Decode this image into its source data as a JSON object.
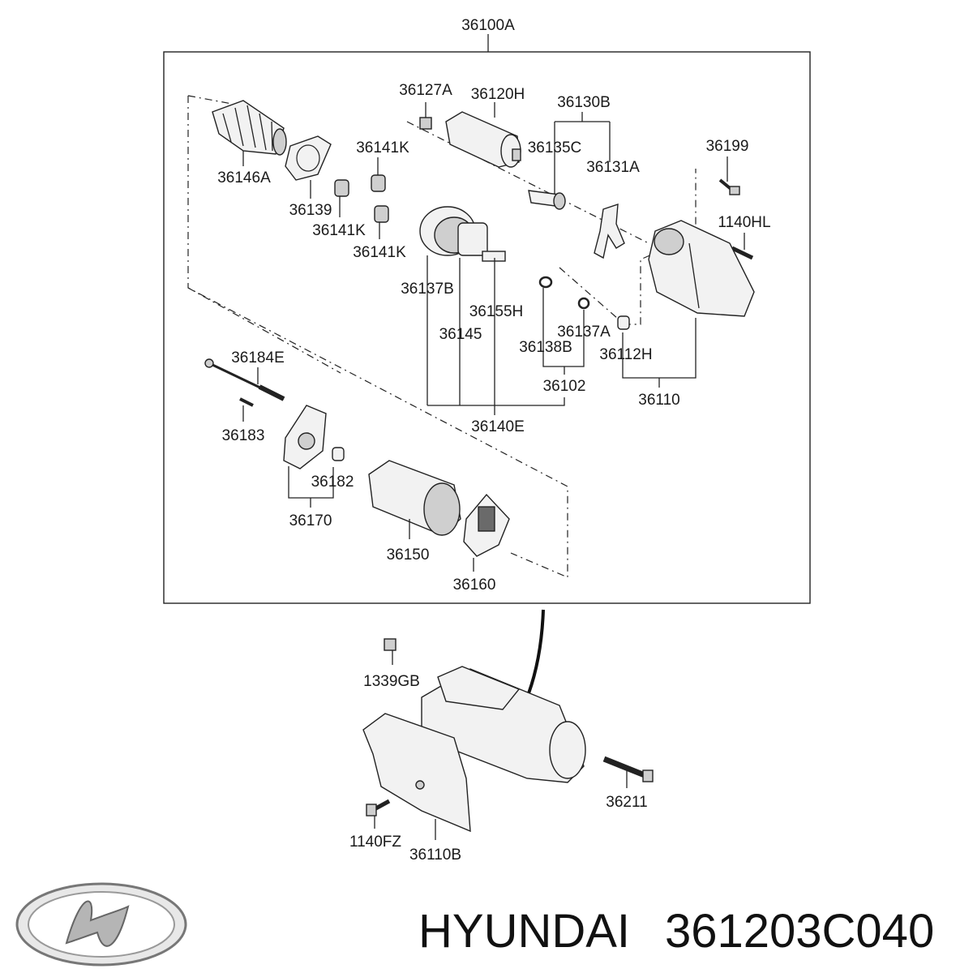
{
  "diagram": {
    "assembly_label": "36100A",
    "labels": {
      "p36127A": "36127A",
      "p36120H": "36120H",
      "p36130B": "36130B",
      "p36135C": "36135C",
      "p36131A": "36131A",
      "p36199": "36199",
      "p1140HL": "1140HL",
      "p36146A": "36146A",
      "p36141K_a": "36141K",
      "p36139": "36139",
      "p36141K_b": "36141K",
      "p36141K_c": "36141K",
      "p36137B": "36137B",
      "p36155H": "36155H",
      "p36145": "36145",
      "p36137A": "36137A",
      "p36138B": "36138B",
      "p36112H": "36112H",
      "p36102": "36102",
      "p36110": "36110",
      "p36184E": "36184E",
      "p36183": "36183",
      "p36182": "36182",
      "p36140E": "36140E",
      "p36170": "36170",
      "p36150": "36150",
      "p36160": "36160",
      "p1339GB": "1339GB",
      "p36211": "36211",
      "p1140FZ": "1140FZ",
      "p36110B": "36110B"
    }
  },
  "footer": {
    "brand_logo": "hyundai-logo",
    "brand_name": "HYUNDAI",
    "part_number": "361203C040"
  }
}
